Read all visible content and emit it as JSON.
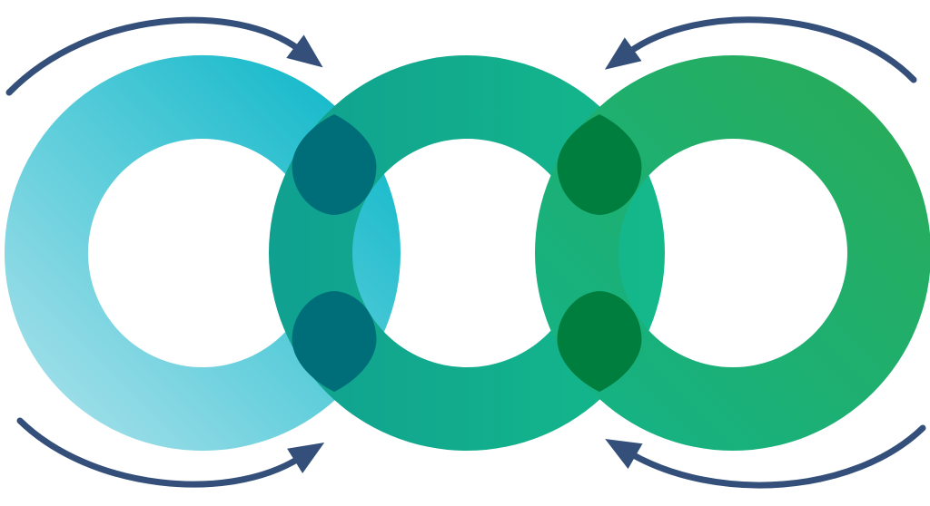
{
  "diagram": {
    "rings": [
      {
        "name": "left",
        "gradient": [
          "#b3e4ed",
          "#00b4c6"
        ]
      },
      {
        "name": "middle",
        "gradient": [
          "#10a090",
          "#14b98a"
        ]
      },
      {
        "name": "right",
        "gradient": [
          "#12b38a",
          "#2bab55"
        ]
      }
    ],
    "overlap_colors": {
      "left_middle": "#006e78",
      "middle_right": "#007e3e"
    },
    "arrow_color": "#34507a",
    "arrows": [
      {
        "name": "top-left",
        "direction": "clockwise"
      },
      {
        "name": "top-right",
        "direction": "counter-clockwise"
      },
      {
        "name": "bottom-left",
        "direction": "counter-clockwise"
      },
      {
        "name": "bottom-right",
        "direction": "clockwise"
      }
    ]
  }
}
